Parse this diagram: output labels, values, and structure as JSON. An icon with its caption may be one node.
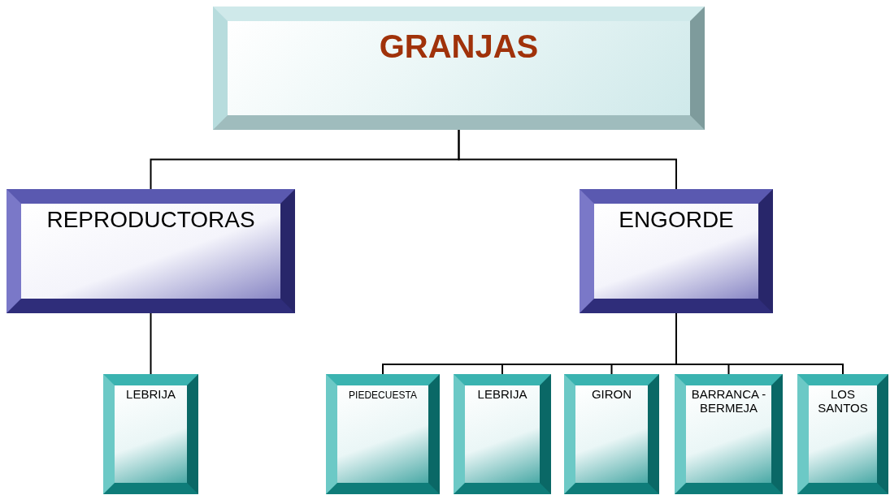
{
  "diagram": {
    "nodes": [
      {
        "text": [
          "GRANJAS"
        ]
      },
      {
        "text": [
          "REPRODUCTORAS"
        ]
      },
      {
        "text": [
          "ENGORDE"
        ]
      },
      {
        "text": [
          "LEBRIJA"
        ]
      },
      {
        "text": [
          "PIEDECUESTA"
        ]
      },
      {
        "text": [
          "LEBRIJA"
        ]
      },
      {
        "text": [
          "GIRON"
        ]
      },
      {
        "text": [
          "BARRANCA - BERMEJA"
        ]
      },
      {
        "text": [
          "LOS SANTOS"
        ]
      }
    ],
    "edges": [
      {
        "from": 0,
        "to": 1,
        "arrow": "none"
      },
      {
        "from": 0,
        "to": 2,
        "arrow": "none"
      },
      {
        "from": 1,
        "to": 3,
        "arrow": "none"
      },
      {
        "from": 2,
        "to": 4,
        "arrow": "none"
      },
      {
        "from": 2,
        "to": 5,
        "arrow": "none"
      },
      {
        "from": 2,
        "to": 6,
        "arrow": "none"
      },
      {
        "from": 2,
        "to": 7,
        "arrow": "none"
      },
      {
        "from": 2,
        "to": 8,
        "arrow": "none"
      }
    ]
  }
}
